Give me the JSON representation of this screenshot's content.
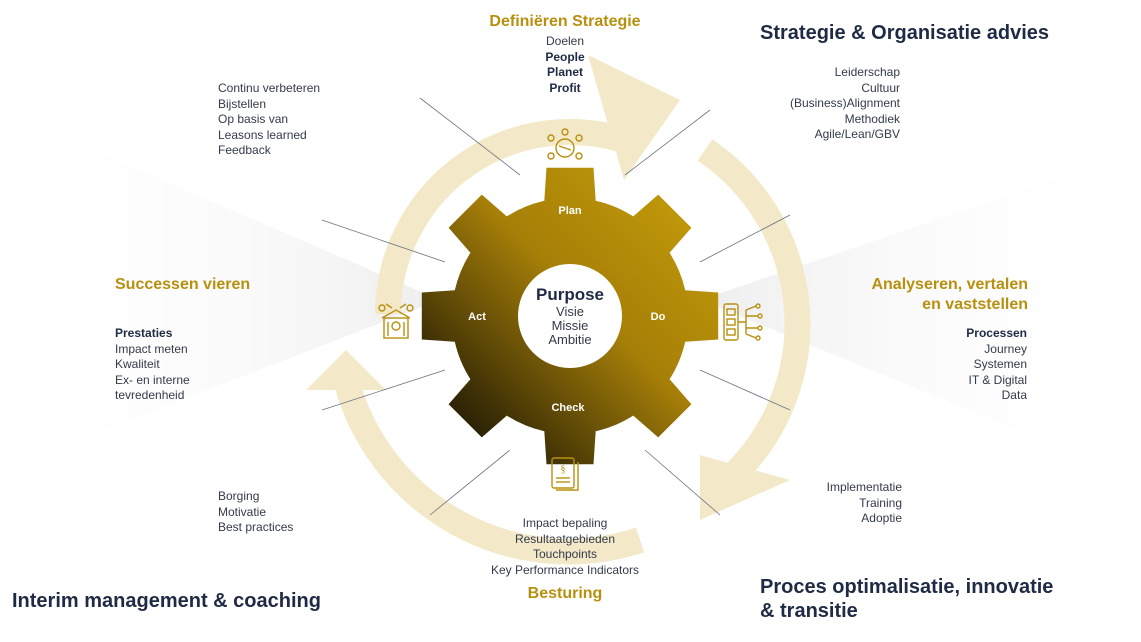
{
  "colors": {
    "gold": "#b8900f",
    "navy": "#1f2a44",
    "arrow": "#f3e9c8",
    "gear_light": "#c9a10a",
    "gear_dark": "#050505"
  },
  "gear": {
    "center_title": "Purpose",
    "center_items": [
      "Visie",
      "Missie",
      "Ambitie"
    ],
    "plan": "Plan",
    "do": "Do",
    "check": "Check",
    "act": "Act"
  },
  "top": {
    "heading": "Definiëren Strategie",
    "items": [
      {
        "text": "Doelen",
        "bold": false
      },
      {
        "text": "People",
        "bold": true
      },
      {
        "text": "Planet",
        "bold": true
      },
      {
        "text": "Profit",
        "bold": true
      }
    ]
  },
  "top_right": {
    "heading": "Strategie & Organisatie advies",
    "items": [
      "Leiderschap",
      "Cultuur",
      "(Business)Alignment",
      "Methodiek",
      "Agile/Lean/GBV"
    ]
  },
  "top_left": {
    "items": [
      "Continu verbeteren",
      "Bijstellen",
      "Op basis van",
      "Leasons learned",
      "Feedback"
    ]
  },
  "right": {
    "heading_line1": "Analyseren,  vertalen",
    "heading_line2": "en vaststellen",
    "bold_item": "Processen",
    "items": [
      "Journey",
      "Systemen",
      "IT & Digital",
      "Data"
    ]
  },
  "left": {
    "heading": "Successen vieren",
    "bold_item": "Prestaties",
    "items": [
      "Impact meten",
      "Kwaliteit",
      "Ex- en interne",
      "tevredenheid"
    ]
  },
  "bottom_right": {
    "items": [
      "Implementatie",
      "Training",
      "Adoptie"
    ],
    "heading_line1": "Proces optimalisatie, innovatie",
    "heading_line2": "& transitie"
  },
  "bottom_left": {
    "items": [
      "Borging",
      "Motivatie",
      "Best practices"
    ],
    "heading": "Interim management & coaching"
  },
  "bottom": {
    "items": [
      "Impact bepaling",
      "Resultaatgebieden",
      "Touchpoints",
      "Key Performance Indicators"
    ],
    "heading": "Besturing"
  },
  "icons": [
    "people-planet-icon",
    "processes-icon",
    "document-icon",
    "building-icon"
  ]
}
